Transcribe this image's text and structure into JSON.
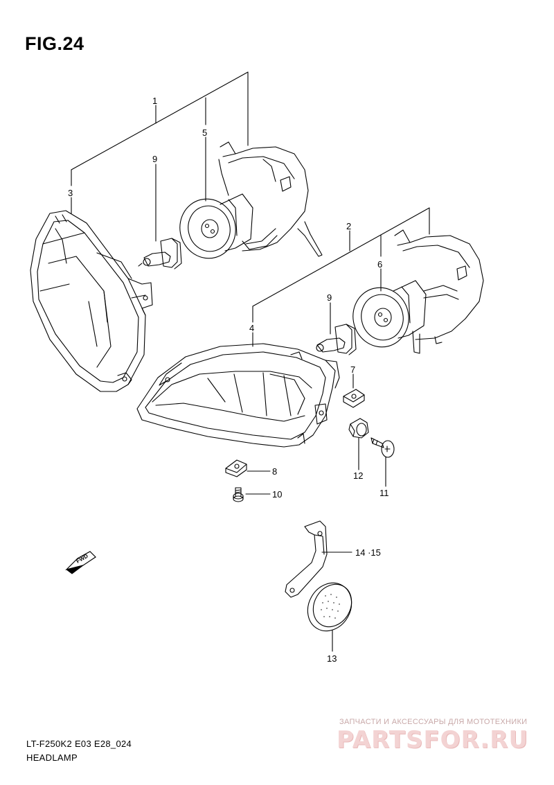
{
  "figure": {
    "title": "FIG.24",
    "model_code": "LT-F250K2 E03 E28_024",
    "section_name": "HEADLAMP"
  },
  "callouts": [
    "1",
    "2",
    "3",
    "4",
    "5",
    "6",
    "7",
    "8",
    "9",
    "9",
    "10",
    "11",
    "12",
    "13",
    "14 ·15"
  ],
  "direction_marker": "FWD",
  "watermark": {
    "tagline": "ЗАПЧАСТИ И АКСЕССУАРЫ ДЛЯ МОТОТЕХНИКИ",
    "brand": "PARTSFOR.RU"
  },
  "colors": {
    "line": "#000000",
    "watermark": "#e9b8b8"
  }
}
